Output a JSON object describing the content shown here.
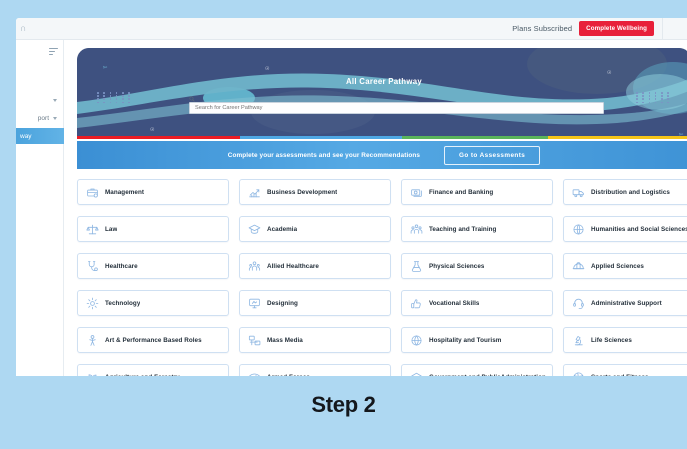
{
  "topbar": {
    "plans_label": "Plans Subscribed",
    "wellbeing_button": "Complete Wellbeing"
  },
  "sidebar": {
    "items": [
      {
        "label": "",
        "icon": "chevron-down-icon"
      },
      {
        "label": "port",
        "icon": "chevron-down-icon"
      },
      {
        "label": "way",
        "icon": "none",
        "active": true
      }
    ]
  },
  "hero": {
    "title": "All Career Pathway",
    "search_placeholder": "Search for Career Pathway",
    "search_value": ""
  },
  "strip": {
    "segments": [
      {
        "color": "#ec1c24",
        "width": 163
      },
      {
        "color": "#4fa8e4",
        "width": 162
      },
      {
        "color": "#5ab55a",
        "width": 146
      },
      {
        "color": "#f5c518",
        "width": 143
      }
    ]
  },
  "cta": {
    "text": "Complete your assessments and see your Recommendations",
    "button": "Go to Assessments"
  },
  "cards": [
    {
      "label": "Management",
      "icon": "briefcase-icon"
    },
    {
      "label": "Business Development",
      "icon": "growth-chart-icon"
    },
    {
      "label": "Finance and Banking",
      "icon": "money-icon"
    },
    {
      "label": "Distribution and Logistics",
      "icon": "truck-icon"
    },
    {
      "label": "Law",
      "icon": "scales-icon"
    },
    {
      "label": "Academia",
      "icon": "graduation-icon"
    },
    {
      "label": "Teaching and Training",
      "icon": "classroom-icon"
    },
    {
      "label": "Humanities and Social Sciences",
      "icon": "globe-people-icon"
    },
    {
      "label": "Healthcare",
      "icon": "stethoscope-icon"
    },
    {
      "label": "Allied Healthcare",
      "icon": "care-team-icon"
    },
    {
      "label": "Physical Sciences",
      "icon": "flask-icon"
    },
    {
      "label": "Applied Sciences",
      "icon": "hardhat-icon"
    },
    {
      "label": "Technology",
      "icon": "gear-cog-icon"
    },
    {
      "label": "Designing",
      "icon": "monitor-design-icon"
    },
    {
      "label": "Vocational Skills",
      "icon": "handiwork-icon"
    },
    {
      "label": "Administrative Support",
      "icon": "headset-agent-icon"
    },
    {
      "label": "Art & Performance Based Roles",
      "icon": "performer-icon"
    },
    {
      "label": "Mass Media",
      "icon": "broadcast-icon"
    },
    {
      "label": "Hospitality and Tourism",
      "icon": "travel-globe-icon"
    },
    {
      "label": "Life Sciences",
      "icon": "microscope-icon"
    },
    {
      "label": "Agriculture and Forestry",
      "icon": "plant-icon"
    },
    {
      "label": "Armed Forces",
      "icon": "military-badge-icon"
    },
    {
      "label": "Government and PublicAdministration",
      "icon": "bank-building-icon"
    },
    {
      "label": "Sports and Fitness",
      "icon": "sports-ball-icon"
    }
  ],
  "caption": {
    "step": "Step 2"
  },
  "colors": {
    "page_background": "#aed8f2",
    "hero_navy": "#3e5180",
    "hero_wave_teal": "#6fb4c9",
    "cta_blue": "#47a0de",
    "accent_red": "#e8203a",
    "card_border": "#cfe0f2",
    "card_icon": "#8db6e2",
    "sidebar_active": "#4ba3dd"
  }
}
